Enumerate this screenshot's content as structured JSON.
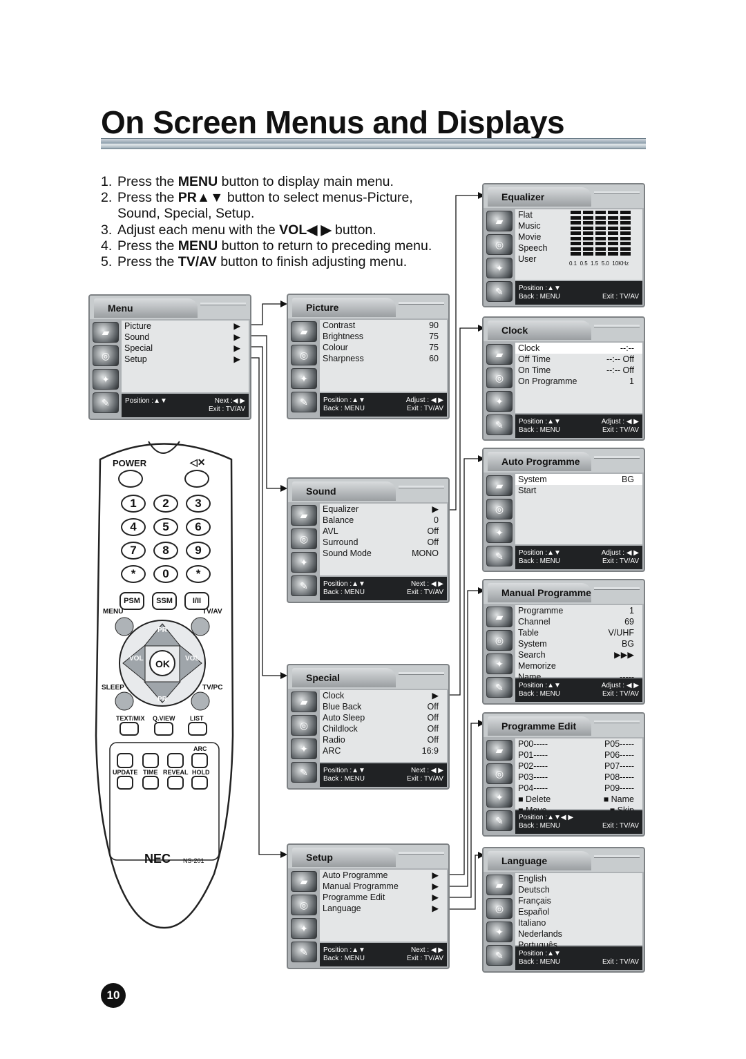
{
  "title": "On Screen Menus and Displays",
  "steps": [
    {
      "num": "1.",
      "pre": "Press the ",
      "bold": "MENU",
      "post": " button to display main menu."
    },
    {
      "num": "2.",
      "pre": "Press the ",
      "bold": "PR▲▼",
      "post": " button to select menus-Picture, Sound, Special, Setup."
    },
    {
      "num": "3.",
      "pre": "Adjust each menu with the ",
      "bold": "VOL◀ ▶",
      "post": " button."
    },
    {
      "num": "4.",
      "pre": "Press the ",
      "bold": "MENU",
      "post": " button to return to preceding menu."
    },
    {
      "num": "5.",
      "pre": "Press the ",
      "bold": "TV/AV",
      "post": " button to finish adjusting menu."
    }
  ],
  "menus": {
    "main": {
      "title": "Menu",
      "rows": [
        {
          "l": "Picture",
          "v": "▶"
        },
        {
          "l": "Sound",
          "v": "▶"
        },
        {
          "l": "Special",
          "v": "▶"
        },
        {
          "l": "Setup",
          "v": "▶"
        }
      ],
      "foot": {
        "tl": "Position :▲▼",
        "tr": "Next :◀ ▶",
        "br": "Exit : TV/AV"
      }
    },
    "picture": {
      "title": "Picture",
      "rows": [
        {
          "l": "Contrast",
          "v": "90"
        },
        {
          "l": "Brightness",
          "v": "75"
        },
        {
          "l": "Colour",
          "v": "75"
        },
        {
          "l": "Sharpness",
          "v": "60"
        }
      ],
      "foot": {
        "tl": "Position :▲▼",
        "bl": "Back : MENU",
        "tr": "Adjust : ◀ ▶",
        "br": "Exit : TV/AV"
      }
    },
    "sound": {
      "title": "Sound",
      "rows": [
        {
          "l": "Equalizer",
          "v": "▶"
        },
        {
          "l": "Balance",
          "v": "0"
        },
        {
          "l": "AVL",
          "v": "Off"
        },
        {
          "l": "Surround",
          "v": "Off"
        },
        {
          "l": "Sound Mode",
          "v": "MONO"
        }
      ],
      "foot": {
        "tl": "Position :▲▼",
        "bl": "Back : MENU",
        "tr": "Next : ◀ ▶",
        "br": "Exit : TV/AV"
      }
    },
    "special": {
      "title": "Special",
      "rows": [
        {
          "l": "Clock",
          "v": "▶"
        },
        {
          "l": "Blue Back",
          "v": "Off"
        },
        {
          "l": "Auto Sleep",
          "v": "Off"
        },
        {
          "l": "Childlock",
          "v": "Off"
        },
        {
          "l": "Radio",
          "v": "Off"
        },
        {
          "l": "ARC",
          "v": "16:9"
        }
      ],
      "foot": {
        "tl": "Position :▲▼",
        "bl": "Back : MENU",
        "tr": "Next : ◀ ▶",
        "br": "Exit : TV/AV"
      }
    },
    "setup": {
      "title": "Setup",
      "rows": [
        {
          "l": "Auto Programme",
          "v": "▶"
        },
        {
          "l": "Manual Programme",
          "v": "▶"
        },
        {
          "l": "Programme Edit",
          "v": "▶"
        },
        {
          "l": "Language",
          "v": "▶"
        }
      ],
      "foot": {
        "tl": "Position :▲▼",
        "bl": "Back : MENU",
        "tr": "Next : ◀ ▶",
        "br": "Exit : TV/AV"
      }
    },
    "equalizer": {
      "title": "Equalizer",
      "rows": [
        {
          "l": "Flat",
          "v": ""
        },
        {
          "l": "Music",
          "v": ""
        },
        {
          "l": "Movie",
          "v": ""
        },
        {
          "l": "Speech",
          "v": ""
        },
        {
          "l": "User",
          "v": ""
        }
      ],
      "bands": "0.1  0.5  1.5  5.0  10KHz",
      "foot": {
        "tl": "Position :▲▼",
        "bl": "Back : MENU",
        "br": "Exit : TV/AV"
      }
    },
    "clock": {
      "title": "Clock",
      "rows": [
        {
          "l": "Clock",
          "v": "--:--"
        },
        {
          "l": "Off Time",
          "v": "--:--   Off"
        },
        {
          "l": "On Time",
          "v": "--:--   Off"
        },
        {
          "l": "On Programme",
          "v": "1"
        }
      ],
      "foot": {
        "tl": "Position :▲▼",
        "bl": "Back : MENU",
        "tr": "Adjust : ◀ ▶",
        "br": "Exit : TV/AV"
      }
    },
    "auto": {
      "title": "Auto Programme",
      "rows": [
        {
          "l": "System",
          "v": "BG"
        },
        {
          "l": "Start",
          "v": ""
        }
      ],
      "foot": {
        "tl": "Position :▲▼",
        "bl": "Back : MENU",
        "tr": "Adjust : ◀ ▶",
        "br": "Exit : TV/AV"
      }
    },
    "manual": {
      "title": "Manual Programme",
      "rows": [
        {
          "l": "Programme",
          "v": "1"
        },
        {
          "l": "Channel",
          "v": "69"
        },
        {
          "l": "Table",
          "v": "V/UHF"
        },
        {
          "l": "System",
          "v": "BG"
        },
        {
          "l": "Search",
          "v": "▶▶▶"
        },
        {
          "l": "Memorize",
          "v": ""
        },
        {
          "l": "Name",
          "v": "-----"
        }
      ],
      "foot": {
        "tl": "Position :▲▼",
        "bl": "Back : MENU",
        "tr": "Adjust : ◀ ▶",
        "br": "Exit : TV/AV"
      }
    },
    "edit": {
      "title": "Programme Edit",
      "rows": [
        {
          "l": "P00-----",
          "v": "P05-----"
        },
        {
          "l": "P01-----",
          "v": "P06-----"
        },
        {
          "l": "P02-----",
          "v": "P07-----"
        },
        {
          "l": "P03-----",
          "v": "P08-----"
        },
        {
          "l": "P04-----",
          "v": "P09-----"
        },
        {
          "l": "■ Delete",
          "v": "■ Name"
        },
        {
          "l": "■ Move",
          "v": "■ Skip"
        }
      ],
      "foot": {
        "tl": "Position :▲▼◀ ▶",
        "bl": "Back : MENU",
        "br": "Exit : TV/AV"
      }
    },
    "language": {
      "title": "Language",
      "rows": [
        {
          "l": "English",
          "v": ""
        },
        {
          "l": "Deutsch",
          "v": ""
        },
        {
          "l": "Français",
          "v": ""
        },
        {
          "l": "Español",
          "v": ""
        },
        {
          "l": "Italiano",
          "v": ""
        },
        {
          "l": "Nederlands",
          "v": ""
        },
        {
          "l": "Português",
          "v": ""
        }
      ],
      "foot": {
        "tl": "Position :▲▼",
        "bl": "Back : MENU",
        "br": "Exit : TV/AV"
      }
    }
  },
  "remote": {
    "power": "POWER",
    "mute_icon": "speaker-mute-icon",
    "digits": [
      "1",
      "2",
      "3",
      "4",
      "5",
      "6",
      "7",
      "8",
      "9",
      "*",
      "0",
      "*"
    ],
    "psm": "PSM",
    "ssm": "SSM",
    "i_ii": "I/II",
    "menu": "MENU",
    "tvav": "TV/AV",
    "pr": "PR",
    "vol": "VOL",
    "ok": "OK",
    "sleep": "SLEEP",
    "tvpc": "TV/PC",
    "textmix": "TEXT/MIX",
    "qview": "Q.VIEW",
    "list": "LIST",
    "arc": "ARC",
    "update": "UPDATE",
    "time": "TIME",
    "reveal": "REVEAL",
    "hold": "HOLD",
    "brand": "NEC",
    "model": "NS-201"
  },
  "page_number": "10"
}
